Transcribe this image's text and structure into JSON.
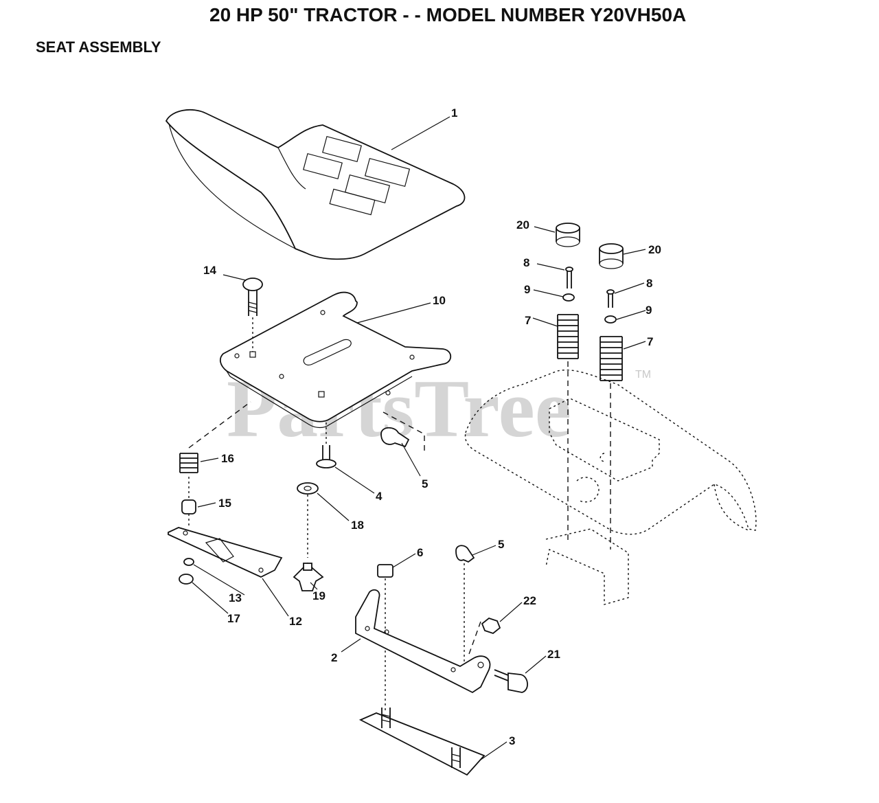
{
  "header": {
    "title": "20 HP 50\" TRACTOR - - MODEL NUMBER Y20VH50A",
    "section": "SEAT ASSEMBLY"
  },
  "watermark": {
    "text": "PartsTree",
    "tm": "TM"
  },
  "callouts": [
    {
      "id": "c1",
      "label": "1"
    },
    {
      "id": "c2",
      "label": "2"
    },
    {
      "id": "c3",
      "label": "3"
    },
    {
      "id": "c4",
      "label": "4"
    },
    {
      "id": "c5a",
      "label": "5"
    },
    {
      "id": "c5b",
      "label": "5"
    },
    {
      "id": "c6",
      "label": "6"
    },
    {
      "id": "c7a",
      "label": "7"
    },
    {
      "id": "c7b",
      "label": "7"
    },
    {
      "id": "c8a",
      "label": "8"
    },
    {
      "id": "c8b",
      "label": "8"
    },
    {
      "id": "c9a",
      "label": "9"
    },
    {
      "id": "c9b",
      "label": "9"
    },
    {
      "id": "c10",
      "label": "10"
    },
    {
      "id": "c12",
      "label": "12"
    },
    {
      "id": "c13",
      "label": "13"
    },
    {
      "id": "c14",
      "label": "14"
    },
    {
      "id": "c15",
      "label": "15"
    },
    {
      "id": "c16",
      "label": "16"
    },
    {
      "id": "c17",
      "label": "17"
    },
    {
      "id": "c18",
      "label": "18"
    },
    {
      "id": "c19",
      "label": "19"
    },
    {
      "id": "c20a",
      "label": "20"
    },
    {
      "id": "c20b",
      "label": "20"
    },
    {
      "id": "c21",
      "label": "21"
    },
    {
      "id": "c22",
      "label": "22"
    }
  ]
}
